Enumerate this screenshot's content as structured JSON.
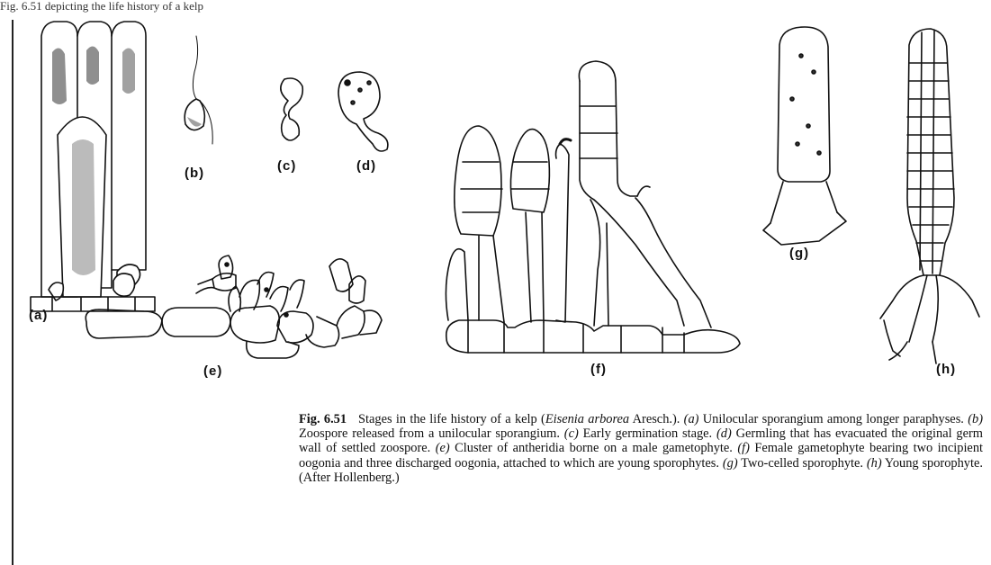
{
  "header_fragment": "Fig. 6.51 depicting the life history of a kelp",
  "labels": {
    "a": "(a)",
    "b": "(b)",
    "c": "(c)",
    "d": "(d)",
    "e": "(e)",
    "f": "(f)",
    "g": "(g)",
    "h": "(h)"
  },
  "caption": {
    "fig_number": "Fig. 6.51",
    "intro": "Stages in the life history of a kelp (",
    "species": "Eisenia arborea",
    "author": " Aresch.). ",
    "items": [
      {
        "key": "(a)",
        "text": " Unilocular sporangium among longer paraphyses. "
      },
      {
        "key": "(b)",
        "text": " Zoospore released from a unilocular sporangium. "
      },
      {
        "key": "(c)",
        "text": " Early germination stage. "
      },
      {
        "key": "(d)",
        "text": " Germling that has evacuated the original germ wall of settled zoospore. "
      },
      {
        "key": "(e)",
        "text": " Cluster of antheridia borne on a male gametophyte. "
      },
      {
        "key": "(f)",
        "text": " Female gametophyte bearing two incipient oogonia and three discharged oogonia, attached to which are young sporophytes. "
      },
      {
        "key": "(g)",
        "text": " Two-celled sporophyte. "
      },
      {
        "key": "(h)",
        "text": " Young sporophyte. (After Hollenberg.)"
      }
    ]
  }
}
